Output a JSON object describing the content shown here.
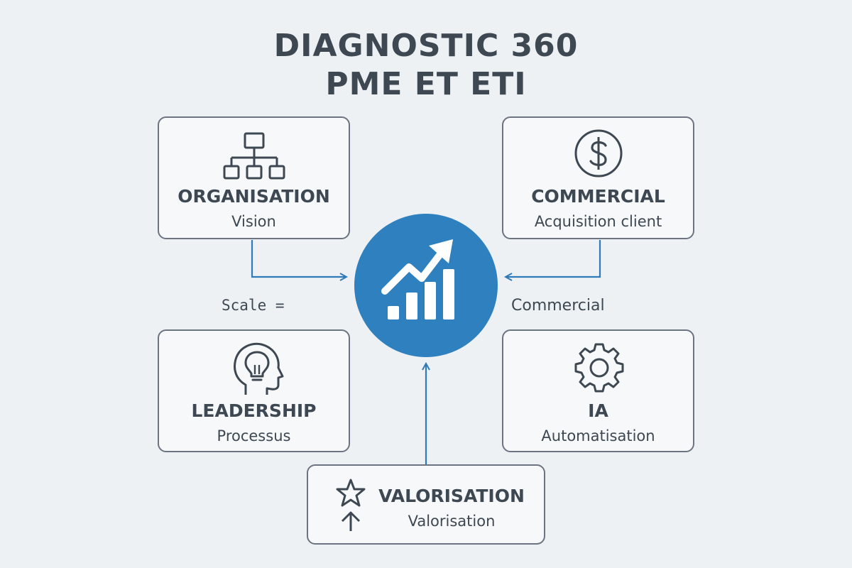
{
  "title": {
    "line1": "DIAGNOSTIC 360",
    "line2": "PME ET ETI"
  },
  "cards": {
    "organisation": {
      "title": "ORGANISATION",
      "subtitle": "Vision",
      "icon": "org-chart-icon"
    },
    "commercial": {
      "title": "COMMERCIAL",
      "subtitle": "Acquisition client",
      "icon": "dollar-circle-icon"
    },
    "leadership": {
      "title": "LEADERSHIP",
      "subtitle": "Processus",
      "icon": "head-lightbulb-icon"
    },
    "ia": {
      "title": "IA",
      "subtitle": "Automatisation",
      "icon": "gear-icon"
    },
    "valorisation": {
      "title": "VALORISATION",
      "subtitle": "Valorisation",
      "icon": "star-arrow-up-icon"
    }
  },
  "side_labels": {
    "left": "Scale =",
    "right": "Commercial"
  },
  "center": {
    "icon": "growth-chart-icon",
    "color": "#2f80bf"
  },
  "colors": {
    "connector": "#2f7ab8",
    "border": "#6b7480",
    "text": "#3d4852"
  }
}
